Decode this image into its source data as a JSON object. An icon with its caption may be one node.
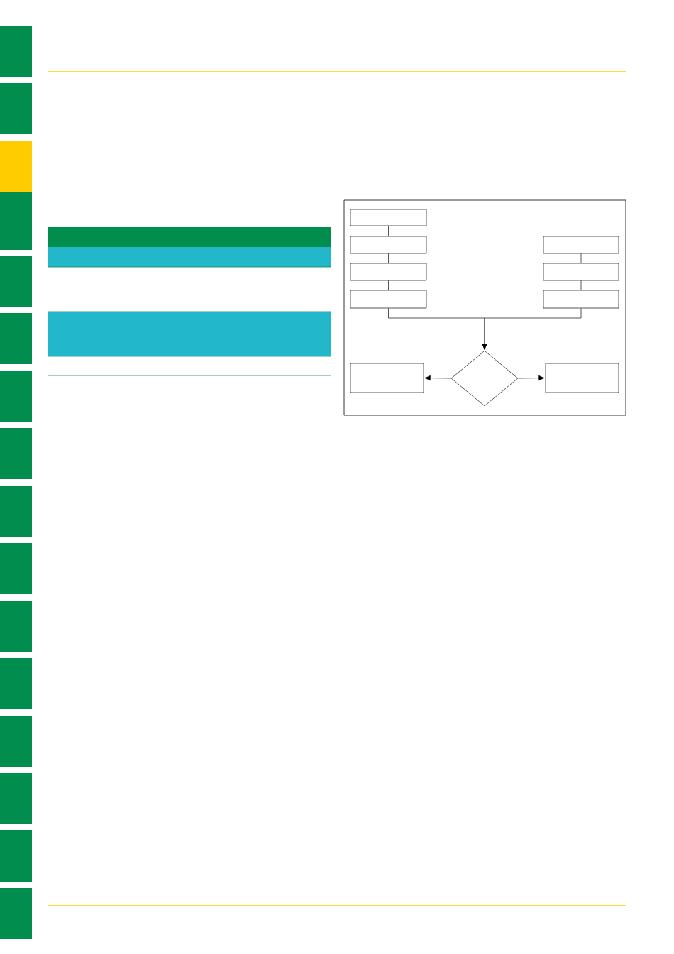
{
  "diagram": {
    "nodes": [
      {
        "text": [],
        "shape": "box"
      },
      {
        "text": [],
        "shape": "box"
      },
      {
        "text": [],
        "shape": "box"
      },
      {
        "text": [],
        "shape": "box"
      },
      {
        "text": [],
        "shape": "box"
      },
      {
        "text": [],
        "shape": "box"
      },
      {
        "text": [],
        "shape": "box"
      },
      {
        "text": [],
        "shape": "diamond"
      },
      {
        "text": [],
        "shape": "box"
      },
      {
        "text": [],
        "shape": "box"
      }
    ],
    "edges": [
      {
        "from": 0,
        "to": 1,
        "arrow": "none"
      },
      {
        "from": 1,
        "to": 2,
        "arrow": "none"
      },
      {
        "from": 2,
        "to": 3,
        "arrow": "none"
      },
      {
        "from": 4,
        "to": 5,
        "arrow": "none"
      },
      {
        "from": 5,
        "to": 6,
        "arrow": "none"
      },
      {
        "from": 3,
        "to": 7,
        "arrow": "to"
      },
      {
        "from": 6,
        "to": 7,
        "arrow": "to"
      },
      {
        "from": 7,
        "to": 8,
        "arrow": "to"
      },
      {
        "from": 7,
        "to": 9,
        "arrow": "to"
      }
    ]
  }
}
